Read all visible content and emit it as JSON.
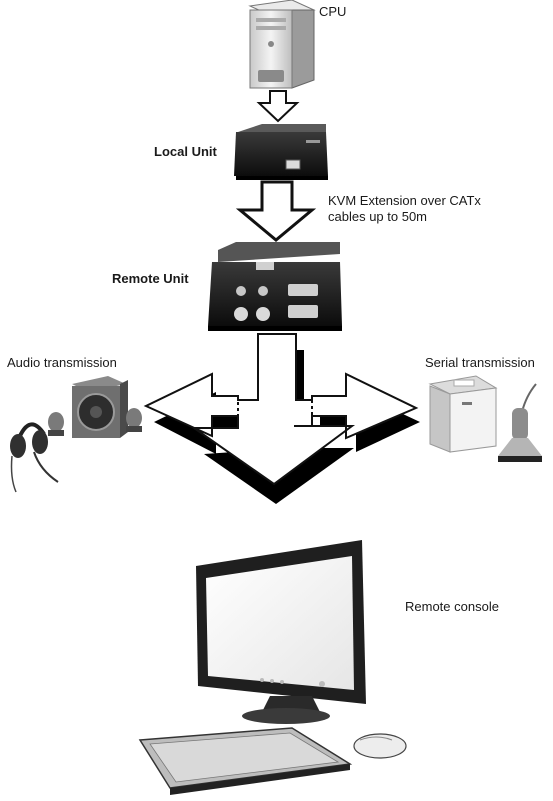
{
  "labels": {
    "cpu": "CPU",
    "local_unit": "Local Unit",
    "extension_line1": "KVM Extension over CATx",
    "extension_line2": "cables up to 50m",
    "remote_unit": "Remote Unit",
    "audio": "Audio transmission",
    "serial": "Serial transmission",
    "console": "Remote console"
  }
}
